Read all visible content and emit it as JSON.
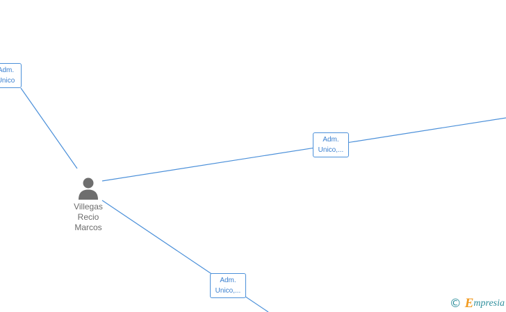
{
  "graph": {
    "person": {
      "name_lines": [
        "Villegas",
        "Recio",
        "Marcos"
      ]
    },
    "edge_labels": [
      {
        "lines": [
          "Adm.",
          "Unico"
        ]
      },
      {
        "lines": [
          "Adm.",
          "Unico,..."
        ]
      },
      {
        "lines": [
          "Adm.",
          "Unico,..."
        ]
      }
    ]
  },
  "watermark": {
    "symbol": "©",
    "brand_initial": "E",
    "brand_rest": "mpresia"
  },
  "colors": {
    "edge": "#4a8fd9",
    "label_text": "#3a7fcf",
    "person_icon": "#6e6e6e",
    "person_text": "#6b6b6b",
    "brand_teal": "#2f8f9d",
    "brand_orange": "#f29a1f"
  },
  "icons": {
    "person": "person-silhouette-icon"
  }
}
